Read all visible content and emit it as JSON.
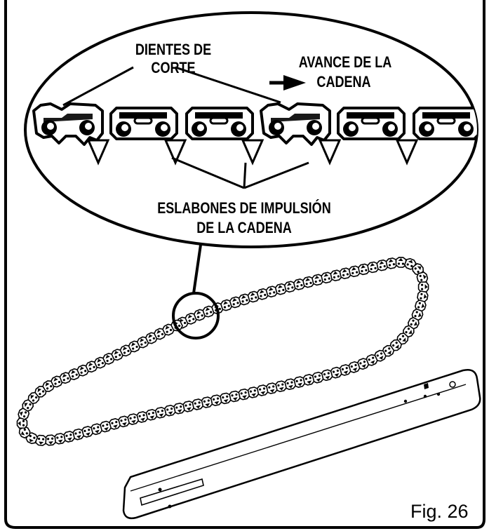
{
  "labels": {
    "cutting_teeth_line1": "DIENTES DE",
    "cutting_teeth_line2": "CORTE",
    "chain_advance_line1": "AVANCE DE LA",
    "chain_advance_line2": "CADENA",
    "drive_links_line1": "ESLABONES DE IMPULSIÓN",
    "drive_links_line2": "DE LA CADENA"
  },
  "figure_label": "Fig. 26"
}
